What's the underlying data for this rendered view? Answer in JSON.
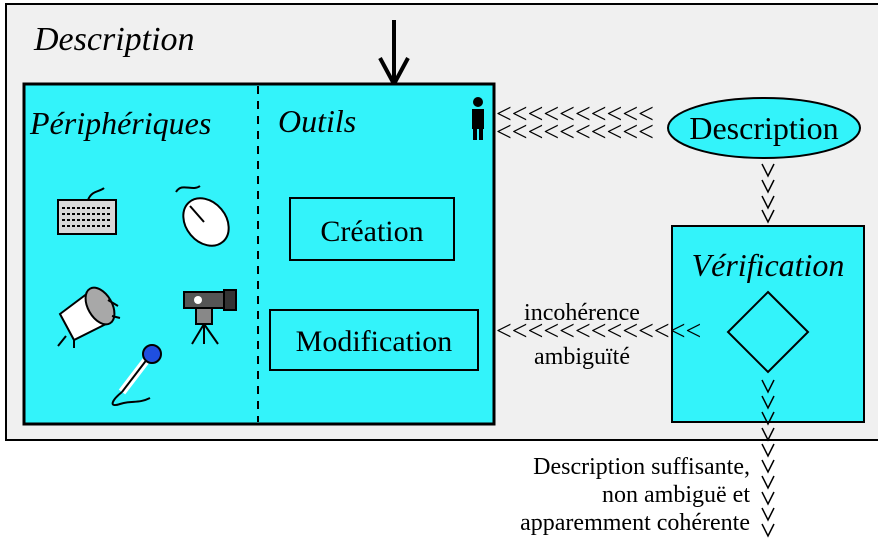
{
  "outer_panel": {
    "title": "Description"
  },
  "left_box": {
    "devices_label": "Périphériques",
    "tools_label": "Outils"
  },
  "buttons": {
    "creation": "Création",
    "modification": "Modification"
  },
  "description_node": {
    "label": "Description"
  },
  "verification_box": {
    "label": "Vérification"
  },
  "feedback": {
    "line1": "incohérence",
    "line2": "ambiguïté"
  },
  "result": {
    "line1": "Description suffisante,",
    "line2": "non ambiguë et",
    "line3": "apparemment cohérente"
  },
  "icons": [
    "keyboard-icon",
    "mouse-icon",
    "speaker-icon",
    "video-camera-icon",
    "microphone-icon",
    "user-icon"
  ],
  "colors": {
    "cyan": "#33f3fa",
    "panel_bg": "#f0f0f0",
    "stroke": "#000000",
    "mic_head": "#1f4fe0"
  }
}
